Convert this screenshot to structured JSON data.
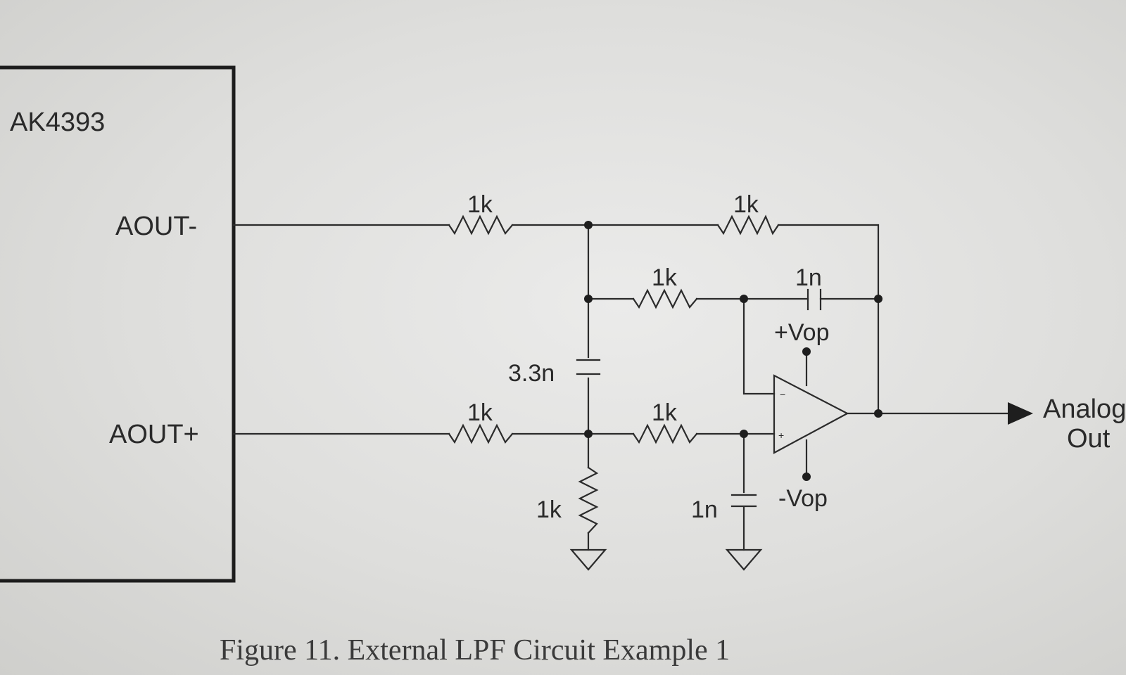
{
  "chip": {
    "name": "AK4393",
    "pin_neg": "AOUT-",
    "pin_pos": "AOUT+"
  },
  "components": {
    "r_in_neg": "1k",
    "r_fb_top": "1k",
    "r_mid_top": "1k",
    "c_fb": "1n",
    "c_diff": "3.3n",
    "r_in_pos": "1k",
    "r_mid_bot": "1k",
    "r_gnd": "1k",
    "c_gnd": "1n"
  },
  "opamp": {
    "supply_pos": "+Vop",
    "supply_neg": "-Vop",
    "in_neg": "−",
    "in_pos": "+"
  },
  "output": {
    "line1": "Analog",
    "line2": "Out"
  },
  "caption": "Figure 11. External LPF Circuit Example 1",
  "colors": {
    "ink": "#2b2b2b",
    "paper": "#e4e4e2"
  }
}
